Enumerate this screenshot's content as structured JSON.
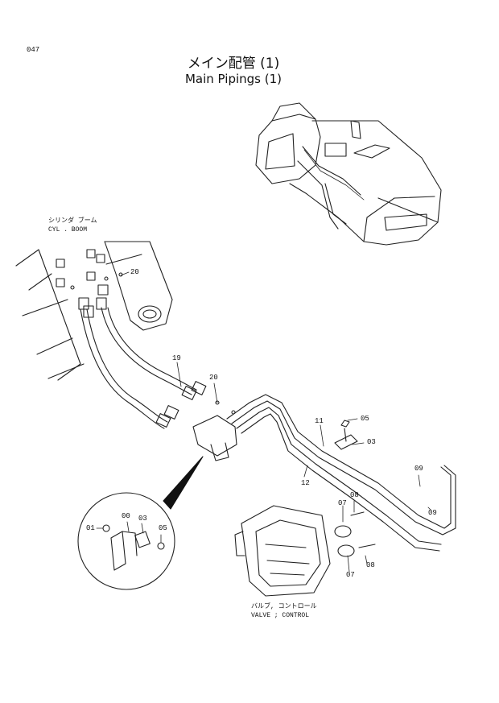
{
  "page_number": "047",
  "title_jp": "メイン配管 (1)",
  "title_en": "Main Pipings (1)",
  "labels": {
    "boom_jp": "シリンダ ブーム",
    "boom_en": "CYL . BOOM",
    "valve_jp": "バルブ, コントロール",
    "valve_en": "VALVE ; CONTROL"
  },
  "callouts": {
    "c20a": "20",
    "c19": "19",
    "c20b": "20",
    "c11": "11",
    "c05": "05",
    "c03": "03",
    "c12": "12",
    "c09a": "09",
    "c09b": "09",
    "c08a": "08",
    "c07a": "07",
    "c07b": "07",
    "c08b": "08",
    "d01": "01",
    "d00": "00",
    "d03": "03",
    "d05": "05"
  }
}
